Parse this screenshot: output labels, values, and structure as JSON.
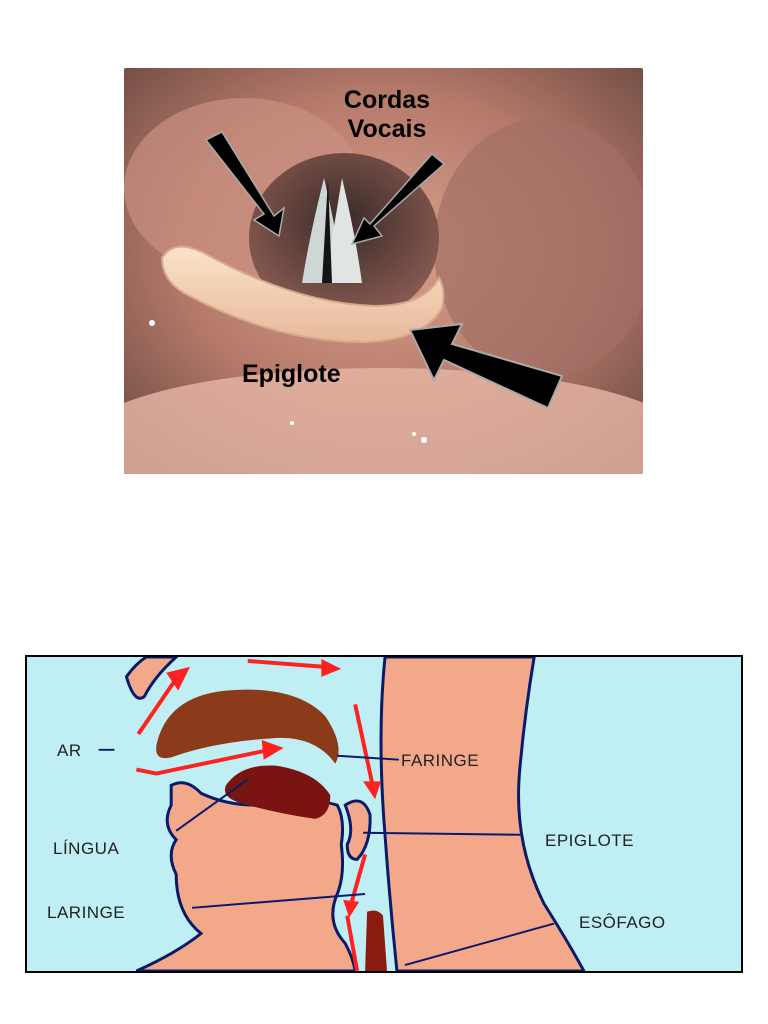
{
  "photo": {
    "label_cordas_line1": "Cordas",
    "label_cordas_line2": "Vocais",
    "label_epiglote": "Epiglote"
  },
  "diagram": {
    "labels": {
      "ar": "AR",
      "faringe": "FARINGE",
      "lingua": "LÍNGUA",
      "epiglote": "EPIGLOTE",
      "laringe": "LARINGE",
      "esofago": "ESÔFAGO"
    },
    "colors": {
      "background": "#bfeef5",
      "skin": "#f4a88a",
      "outline": "#0a1a6b",
      "palate": "#8b3a1a",
      "tongue": "#7a1410",
      "arrow": "#ff2020"
    }
  }
}
